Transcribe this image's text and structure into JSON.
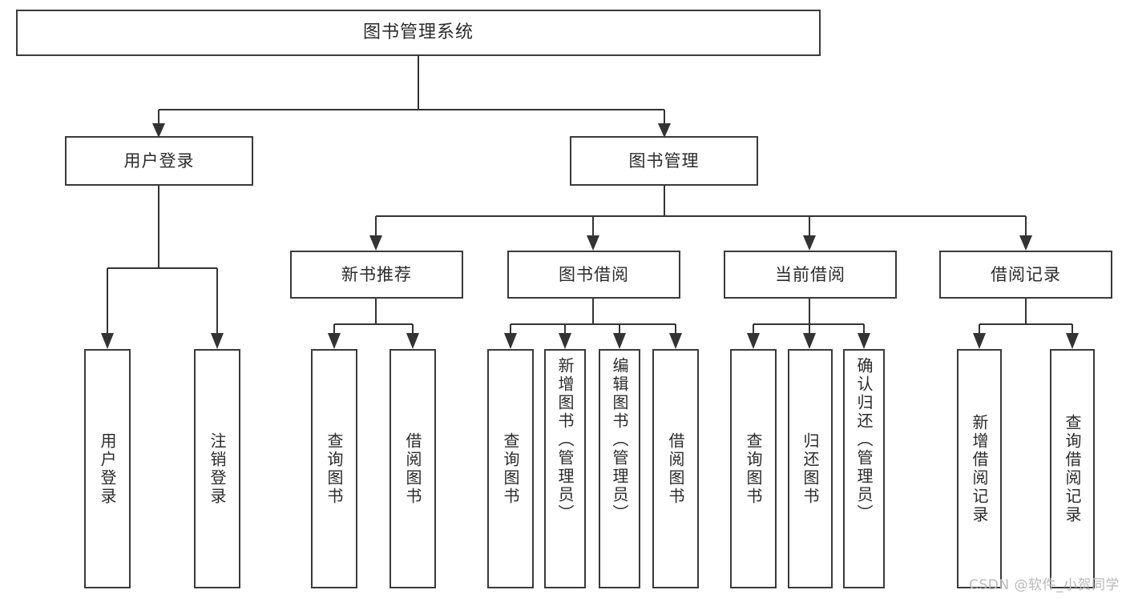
{
  "diagram": {
    "type": "tree",
    "title": "图书管理系统",
    "orientation": "top-down",
    "colors": {
      "box_border": "#3a3a3a",
      "box_fill": "#ffffff",
      "connector": "#333333",
      "text": "#2b2b2b",
      "watermark": "#b9b9b9",
      "background": "#ffffff"
    }
  },
  "root": {
    "label": "图书管理系统"
  },
  "level2": [
    {
      "label": "用户登录"
    },
    {
      "label": "图书管理"
    }
  ],
  "level3": [
    {
      "label": "新书推荐"
    },
    {
      "label": "图书借阅"
    },
    {
      "label": "当前借阅"
    },
    {
      "label": "借阅记录"
    }
  ],
  "leaves": {
    "user_login": [
      {
        "label": "用户登录"
      },
      {
        "label": "注销登录"
      }
    ],
    "new_book": [
      {
        "label": "查询图书"
      },
      {
        "label": "借阅图书"
      }
    ],
    "book_borrow": [
      {
        "label": "查询图书"
      },
      {
        "label": "新增图书（管理员）"
      },
      {
        "label": "编辑图书（管理员）"
      },
      {
        "label": "借阅图书"
      }
    ],
    "current_borrow": [
      {
        "label": "查询图书"
      },
      {
        "label": "归还图书"
      },
      {
        "label": "确认归还（管理员）"
      }
    ],
    "borrow_record": [
      {
        "label": "新增借阅记录"
      },
      {
        "label": "查询借阅记录"
      }
    ]
  },
  "watermark": {
    "text": "CSDN @软件_小贺同学"
  }
}
